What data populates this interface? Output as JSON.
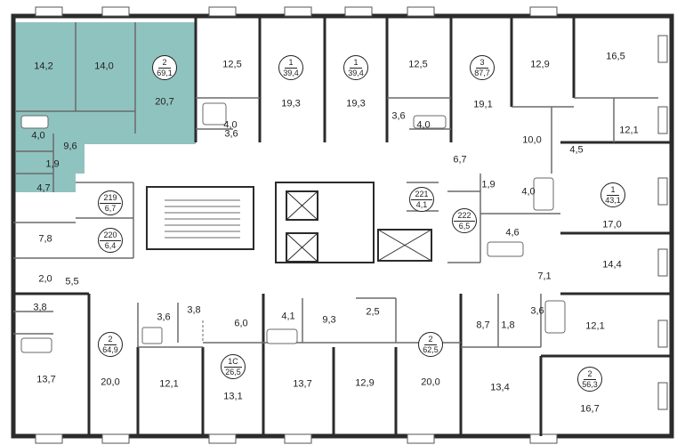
{
  "colors": {
    "highlight": "#8fc3bf",
    "wall": "#2b2b2b",
    "line": "#6a6a6a"
  },
  "units": [
    {
      "num": "2",
      "area": "69,1",
      "highlight": true
    },
    {
      "num": "1",
      "area": "39,4"
    },
    {
      "num": "1",
      "area": "39,4"
    },
    {
      "num": "3",
      "area": "87,7"
    },
    {
      "num": "219",
      "area": "6,7"
    },
    {
      "num": "220",
      "area": "6,4"
    },
    {
      "num": "221",
      "area": "4,1"
    },
    {
      "num": "222",
      "area": "6,5"
    },
    {
      "num": "1",
      "area": "43,1"
    },
    {
      "num": "2",
      "area": "64,9"
    },
    {
      "num": "1С",
      "area": "26,5"
    },
    {
      "num": "2",
      "area": "62,5"
    },
    {
      "num": "2",
      "area": "56,3"
    }
  ],
  "rooms": [
    "14,2",
    "14,0",
    "20,7",
    "4,0",
    "9,6",
    "1,9",
    "4,7",
    "12,5",
    "19,3",
    "4,0",
    "3,6",
    "19,3",
    "12,5",
    "3,6",
    "4,0",
    "19,1",
    "12,9",
    "16,5",
    "10,0",
    "12,1",
    "4,5",
    "6,7",
    "1,9",
    "4,0",
    "17,0",
    "4,6",
    "14,4",
    "7,1",
    "7,8",
    "2,0",
    "5,5",
    "3,8",
    "13,7",
    "20,0",
    "12,1",
    "3,6",
    "3,8",
    "6,0",
    "13,1",
    "4,1",
    "9,3",
    "13,7",
    "2,5",
    "12,9",
    "20,0",
    "8,7",
    "1,8",
    "3,6",
    "13,4",
    "12,1",
    "16,7"
  ]
}
